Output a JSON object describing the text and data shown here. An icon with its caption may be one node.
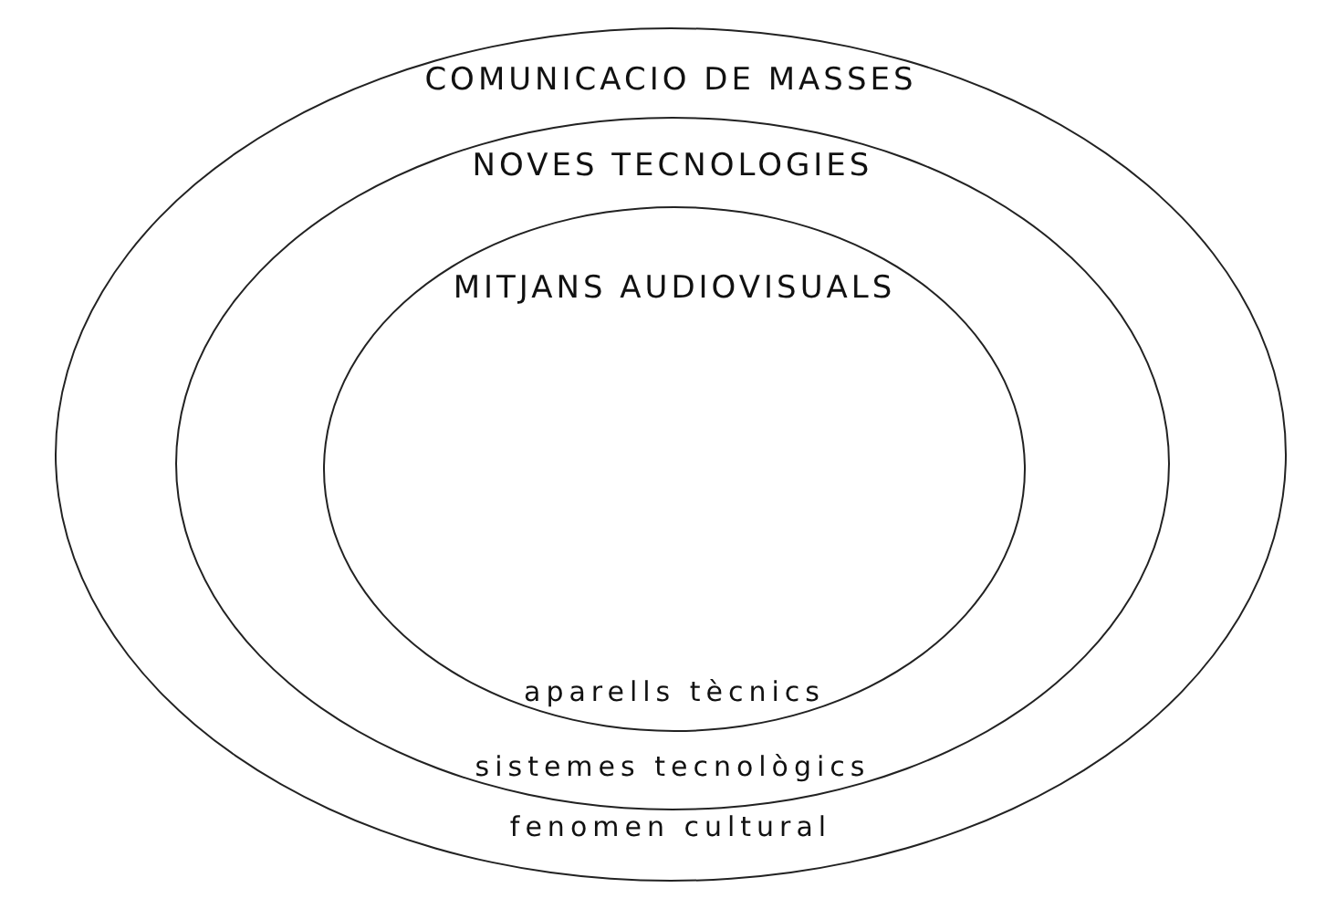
{
  "diagram": {
    "nodes": [
      {
        "text": [
          "COMUNICACIO DE MASSES",
          "fenomen cultural"
        ]
      },
      {
        "text": [
          "NOVES TECNOLOGIES",
          "sistemes tecnològics"
        ],
        "in": 0
      },
      {
        "text": [
          "MITJANS AUDIOVISUALS",
          "aparells tècnics"
        ],
        "in": 1
      }
    ]
  }
}
